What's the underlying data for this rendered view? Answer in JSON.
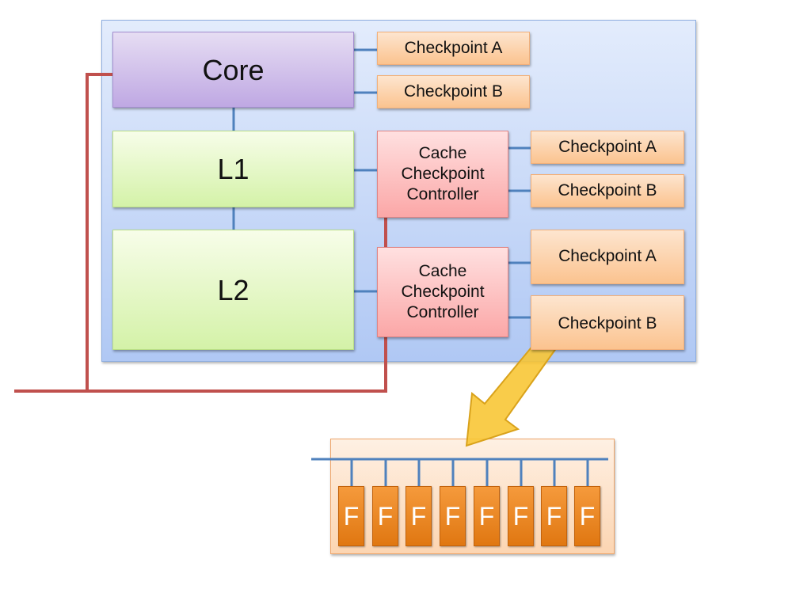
{
  "diagram": {
    "core": {
      "label": "Core"
    },
    "l1": {
      "label": "L1"
    },
    "l2": {
      "label": "L2"
    },
    "core_checkpoints": [
      "Checkpoint A",
      "Checkpoint B"
    ],
    "l1_controller": {
      "label": "Cache Checkpoint Controller"
    },
    "l1_checkpoints": [
      "Checkpoint A",
      "Checkpoint B"
    ],
    "l2_controller": {
      "label": "Cache Checkpoint Controller"
    },
    "l2_checkpoints": [
      "Checkpoint A",
      "Checkpoint B"
    ],
    "flipflops": [
      "F",
      "F",
      "F",
      "F",
      "F",
      "F",
      "F",
      "F"
    ]
  },
  "colors": {
    "container_blue": "#bcd1f7",
    "bus_blue": "#4f81bd",
    "wire_red": "#c0504d",
    "arrow_yellow": "#f8c531",
    "flipflop_orange": "#e8821e"
  }
}
